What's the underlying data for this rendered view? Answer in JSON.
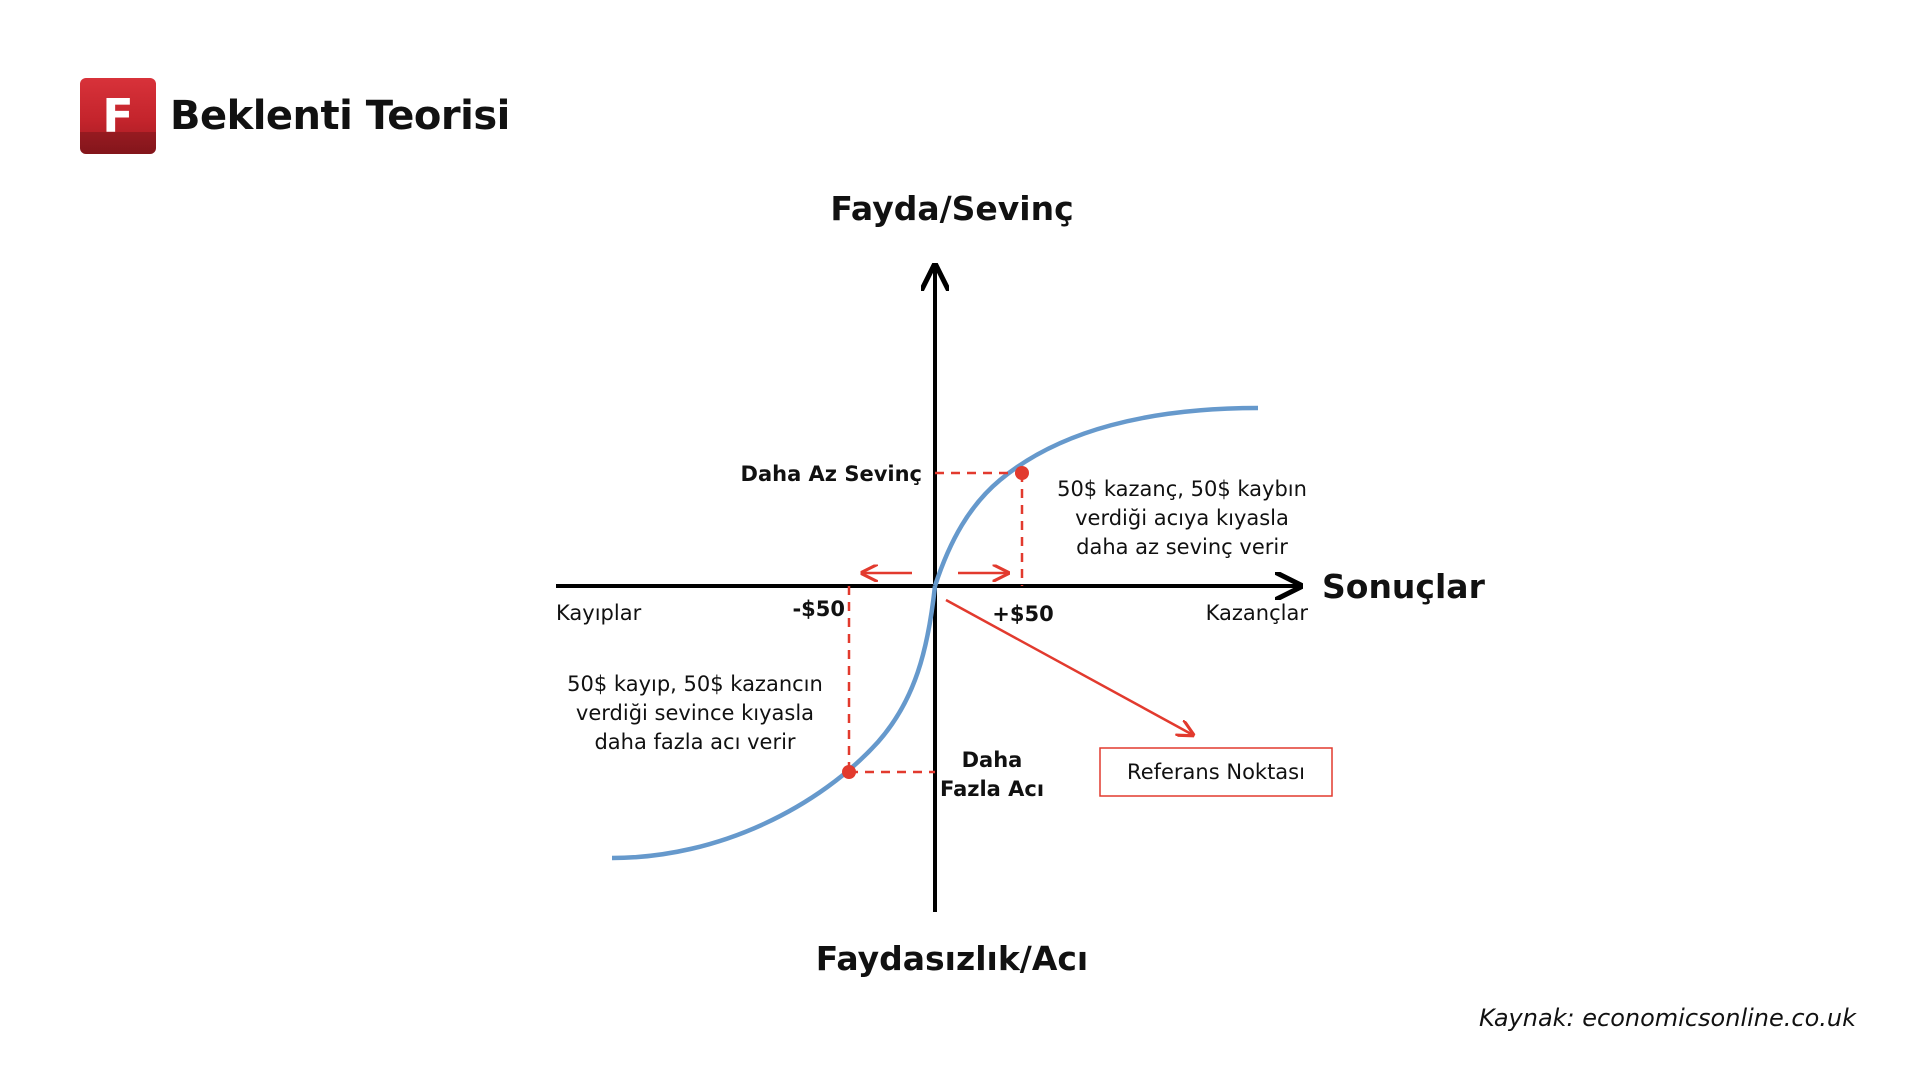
{
  "header": {
    "logo_letter": "F",
    "title": "Beklenti Teorisi"
  },
  "axes": {
    "y_top": "Fayda/Sevinç",
    "y_bottom": "Faydasızlık/Acı",
    "x_right": "Sonuçlar",
    "x_left_end": "Kayıplar",
    "x_right_end": "Kazançlar"
  },
  "ticks": {
    "neg": "-$50",
    "pos": "+$50"
  },
  "labels": {
    "less_joy": "Daha Az Sevinç",
    "more_pain_line1": "Daha",
    "more_pain_line2": "Fazla Acı",
    "gain_note": [
      "50$ kazanç, 50$ kaybın",
      "verdiği acıya kıyasla",
      "daha az sevinç verir"
    ],
    "loss_note": [
      "50$ kayıp, 50$ kazancın",
      "verdiği sevince kıyasla",
      "daha fazla acı verir"
    ],
    "reference_point": "Referans Noktası"
  },
  "source": "Kaynak: economicsonline.co.uk",
  "colors": {
    "curve": "#6699cc",
    "accent": "#e23a2e",
    "axis": "#000000",
    "logo": "#c4242c"
  }
}
